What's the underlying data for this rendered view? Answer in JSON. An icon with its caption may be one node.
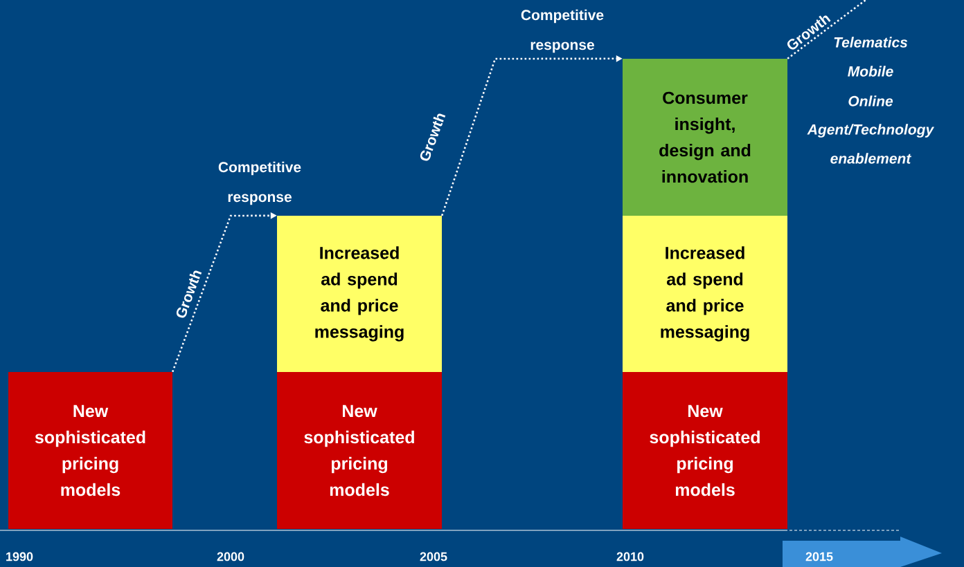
{
  "diagram": {
    "nodes": [
      {
        "text": [
          "New sophisticated pricing models"
        ]
      },
      {
        "text": [
          "Increased ad spend and price messaging"
        ]
      },
      {
        "text": [
          "New sophisticated pricing models"
        ]
      },
      {
        "text": [
          "Consumer insight, design and innovation"
        ]
      },
      {
        "text": [
          "Increased ad spend and price messaging"
        ]
      },
      {
        "text": [
          "New sophisticated pricing models"
        ]
      }
    ],
    "edges": [
      {
        "from": 0,
        "to": 1,
        "arrow": "to",
        "label": "Growth"
      },
      {
        "from": 1,
        "to": 3,
        "arrow": "to",
        "label": "Growth"
      },
      {
        "from": 3,
        "to": null,
        "arrow": "none",
        "label": "Growth"
      }
    ],
    "labels": [
      "Competitive response",
      "Competitive response",
      "Telematics",
      "Mobile",
      "Online",
      "Agent/Technology enablement",
      "1990",
      "2000",
      "2005",
      "2010",
      "2015"
    ]
  }
}
